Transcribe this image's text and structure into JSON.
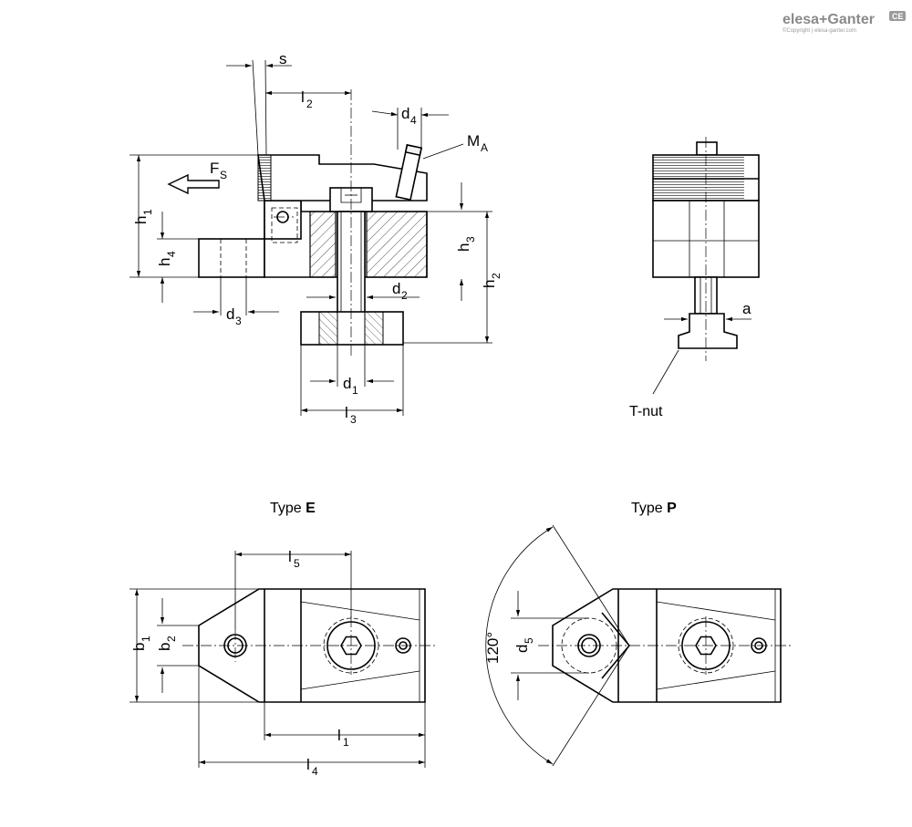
{
  "brand": {
    "logo_text": "elesa+Ganter",
    "mark": "CE",
    "copyright": "©Copyright | elesa-ganter.com"
  },
  "side_view": {
    "labels": {
      "s": "s",
      "l2": "l",
      "l2_sub": "2",
      "d4": "d",
      "d4_sub": "4",
      "MA": "M",
      "MA_sub": "A",
      "Fs": "F",
      "Fs_sub": "S",
      "h1": "h",
      "h1_sub": "1",
      "h4": "h",
      "h4_sub": "4",
      "h3": "h",
      "h3_sub": "3",
      "h2": "h",
      "h2_sub": "2",
      "d2": "d",
      "d2_sub": "2",
      "d3": "d",
      "d3_sub": "3",
      "d1": "d",
      "d1_sub": "1",
      "l3": "l",
      "l3_sub": "3"
    }
  },
  "front_view": {
    "labels": {
      "a": "a",
      "tnut": "T-nut"
    }
  },
  "type_e": {
    "caption_prefix": "Type ",
    "caption_bold": "E",
    "labels": {
      "l5": "l",
      "l5_sub": "5",
      "b1": "b",
      "b1_sub": "1",
      "b2": "b",
      "b2_sub": "2",
      "l1": "l",
      "l1_sub": "1",
      "l4": "l",
      "l4_sub": "4"
    }
  },
  "type_p": {
    "caption_prefix": "Type ",
    "caption_bold": "P",
    "labels": {
      "angle": "120°",
      "d5": "d",
      "d5_sub": "5"
    }
  }
}
